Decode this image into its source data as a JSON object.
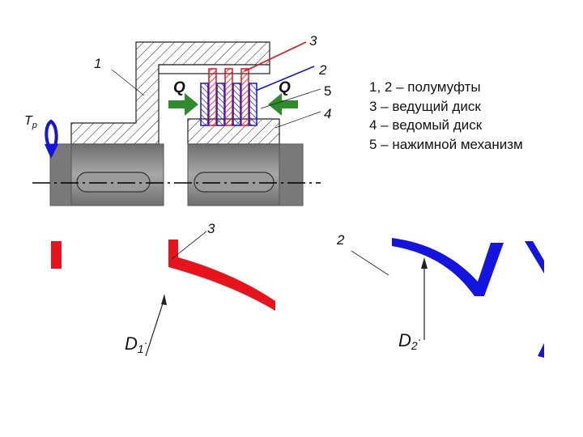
{
  "labels": {
    "num_1": "1",
    "num_2": "2",
    "num_3": "3",
    "num_4": "4",
    "num_5": "5",
    "q_left": "Q",
    "q_right": "Q",
    "tp_main": "T",
    "tp_sub": "p",
    "lower_3": "3",
    "lower_2": "2",
    "d1_main": "D",
    "d1_sub": "1",
    "d1_dot": "·",
    "d2_main": "D",
    "d2_sub": "2",
    "d2_dot": "·"
  },
  "legend": [
    "1, 2 – полумуфты",
    "3 – ведущий диск",
    "4 – ведомый диск",
    "5 – нажимной механизм"
  ],
  "colors": {
    "red": "#e8141b",
    "blue": "#1414e0",
    "green": "#2e8b2e",
    "shaft": "#808080"
  }
}
